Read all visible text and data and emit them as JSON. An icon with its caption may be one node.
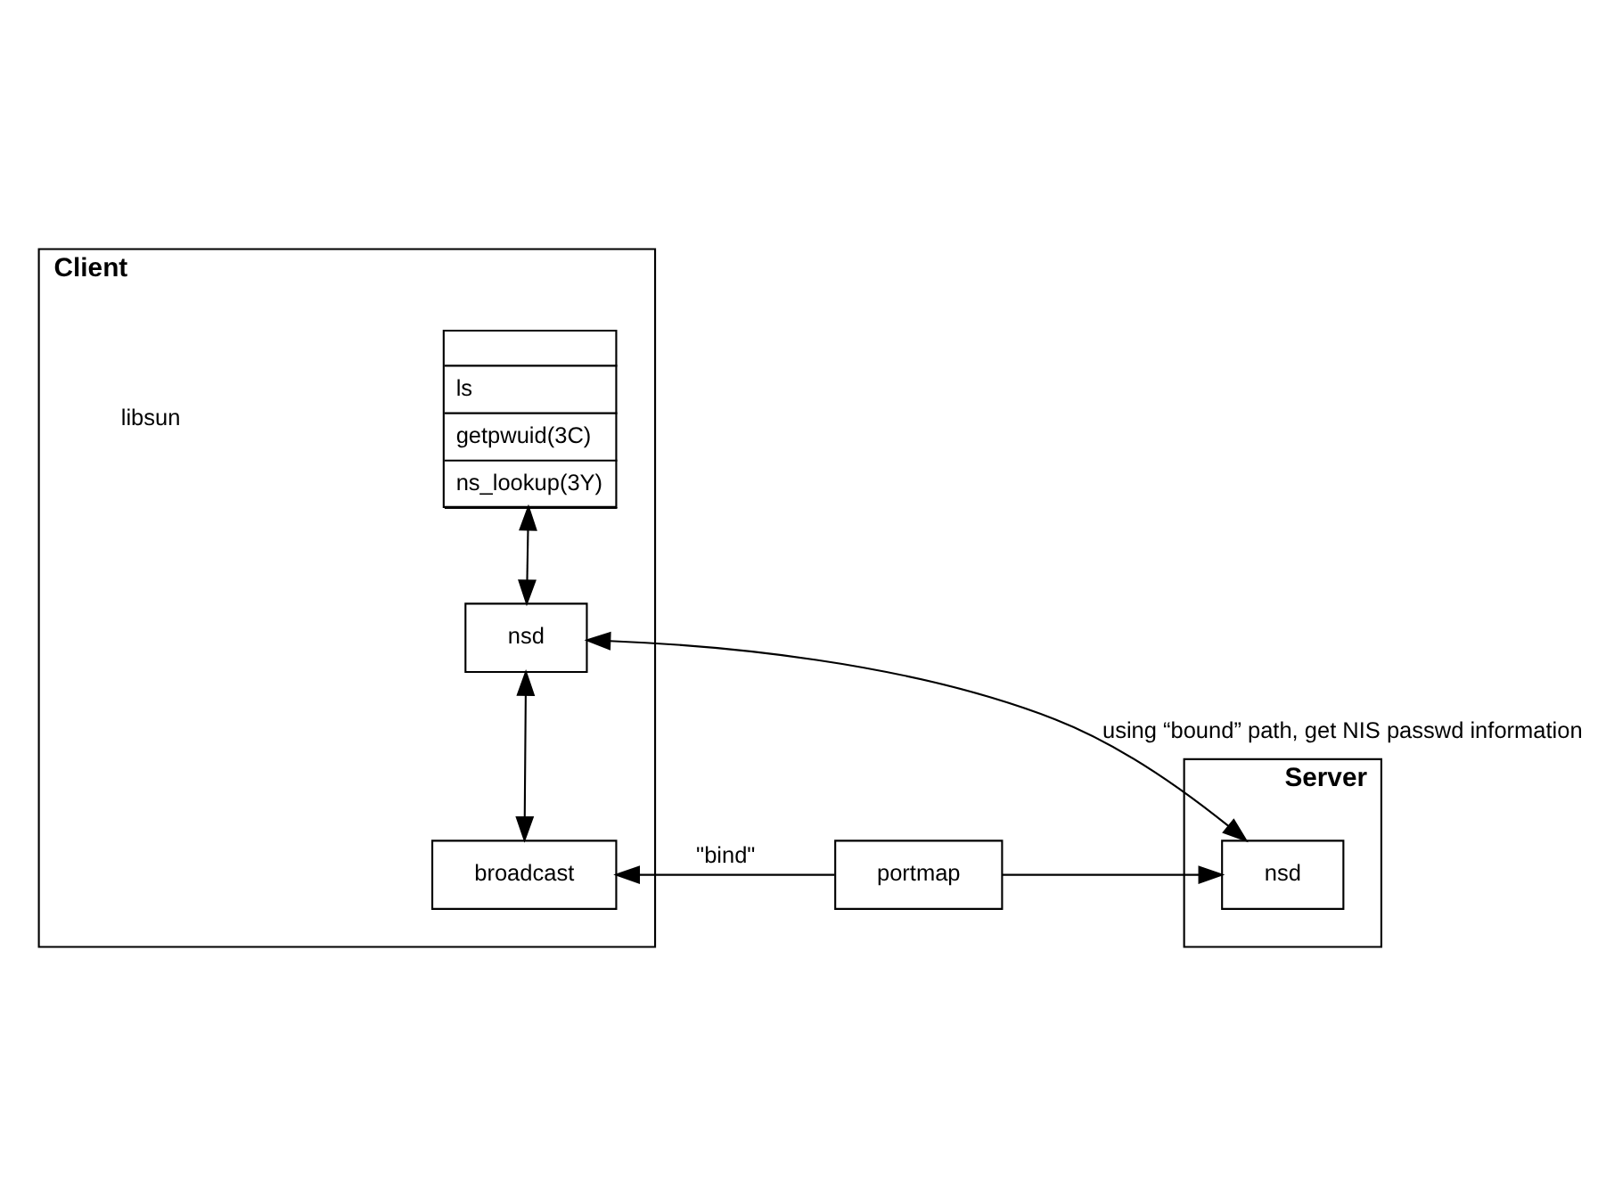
{
  "diagram": {
    "nodes": [
      {
        "text": [
          "Client"
        ]
      },
      {
        "text": [
          "ls",
          "getpwuid(3C)",
          "ns_lookup(3Y)"
        ],
        "in": 0
      },
      {
        "text": [
          "nsd"
        ],
        "in": 0
      },
      {
        "text": [
          "broadcast"
        ],
        "in": 0
      },
      {
        "text": [
          "portmap"
        ]
      },
      {
        "text": [
          "Server"
        ]
      },
      {
        "text": [
          "nsd"
        ],
        "in": 5
      }
    ],
    "edges": [
      {
        "from": 1,
        "to": 2,
        "arrow": "both"
      },
      {
        "from": 2,
        "to": 3,
        "arrow": "both"
      },
      {
        "from": 4,
        "to": 3,
        "arrow": "to",
        "label": "\"bind\""
      },
      {
        "from": 4,
        "to": 6,
        "arrow": "to"
      },
      {
        "from": 6,
        "to": 2,
        "arrow": "both",
        "label": "using “bound” path, get NIS passwd information"
      }
    ],
    "labels": [
      "libsun"
    ]
  }
}
